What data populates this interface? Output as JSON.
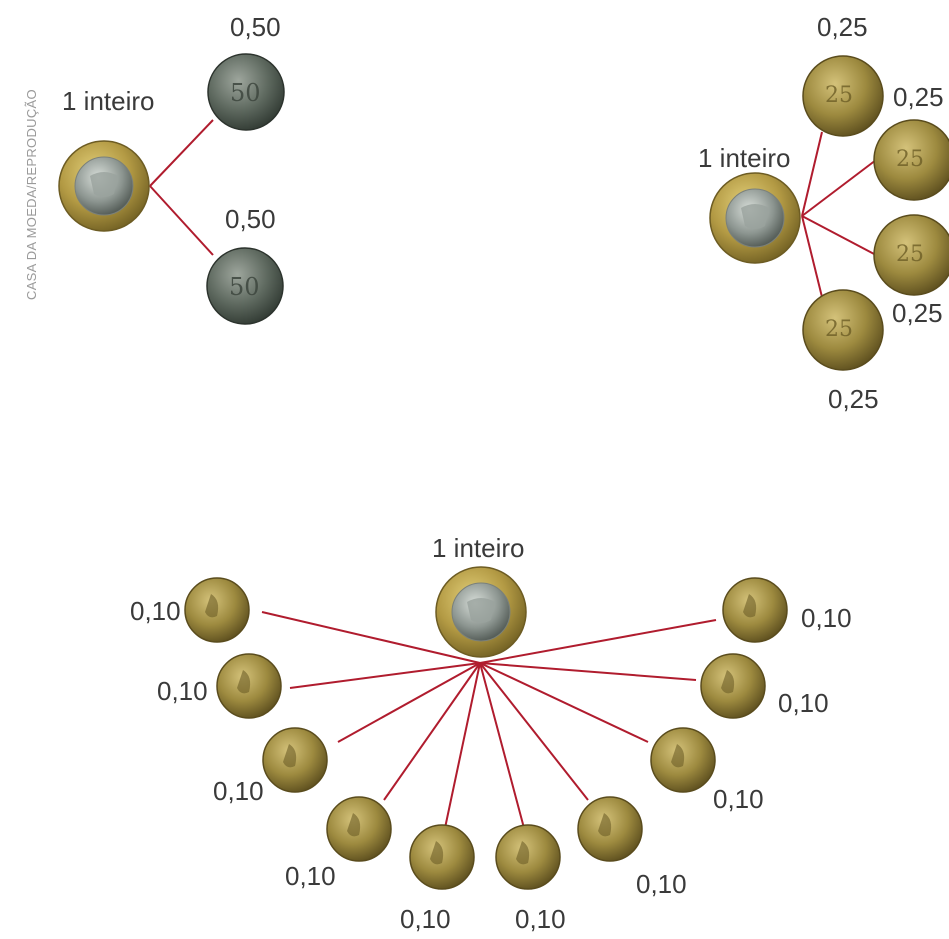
{
  "credit": "CASA DA MOEDA/REPRODUÇÃO",
  "colors": {
    "line": "#b01c2e",
    "label": "#3a3a3a",
    "credit": "#9a9a9a"
  },
  "groups": [
    {
      "id": "halves",
      "whole_label": "1 inteiro",
      "part_label": "0,50",
      "parts": 2,
      "part_coin": "coin-50-centavos"
    },
    {
      "id": "quarters",
      "whole_label": "1 inteiro",
      "part_label": "0,25",
      "parts": 4,
      "part_coin": "coin-25-centavos"
    },
    {
      "id": "tenths",
      "whole_label": "1 inteiro",
      "part_label": "0,10",
      "parts": 10,
      "part_coin": "coin-10-centavos"
    }
  ]
}
